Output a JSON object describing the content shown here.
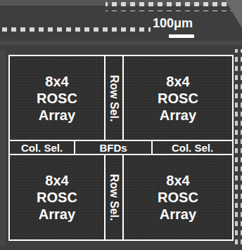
{
  "diagram": {
    "nodes": [
      {
        "text": [
          "8x4 ROSC Array"
        ]
      },
      {
        "text": [
          "Row Sel."
        ]
      },
      {
        "text": [
          "8x4 ROSC Array"
        ]
      },
      {
        "text": [
          "Col. Sel."
        ]
      },
      {
        "text": [
          "BFDs"
        ]
      },
      {
        "text": [
          "Col. Sel."
        ]
      },
      {
        "text": [
          "8x4 ROSC Array"
        ]
      },
      {
        "text": [
          "Row Sel."
        ]
      },
      {
        "text": [
          "8x4 ROSC Array"
        ]
      }
    ],
    "labels": [
      "100μm"
    ]
  }
}
